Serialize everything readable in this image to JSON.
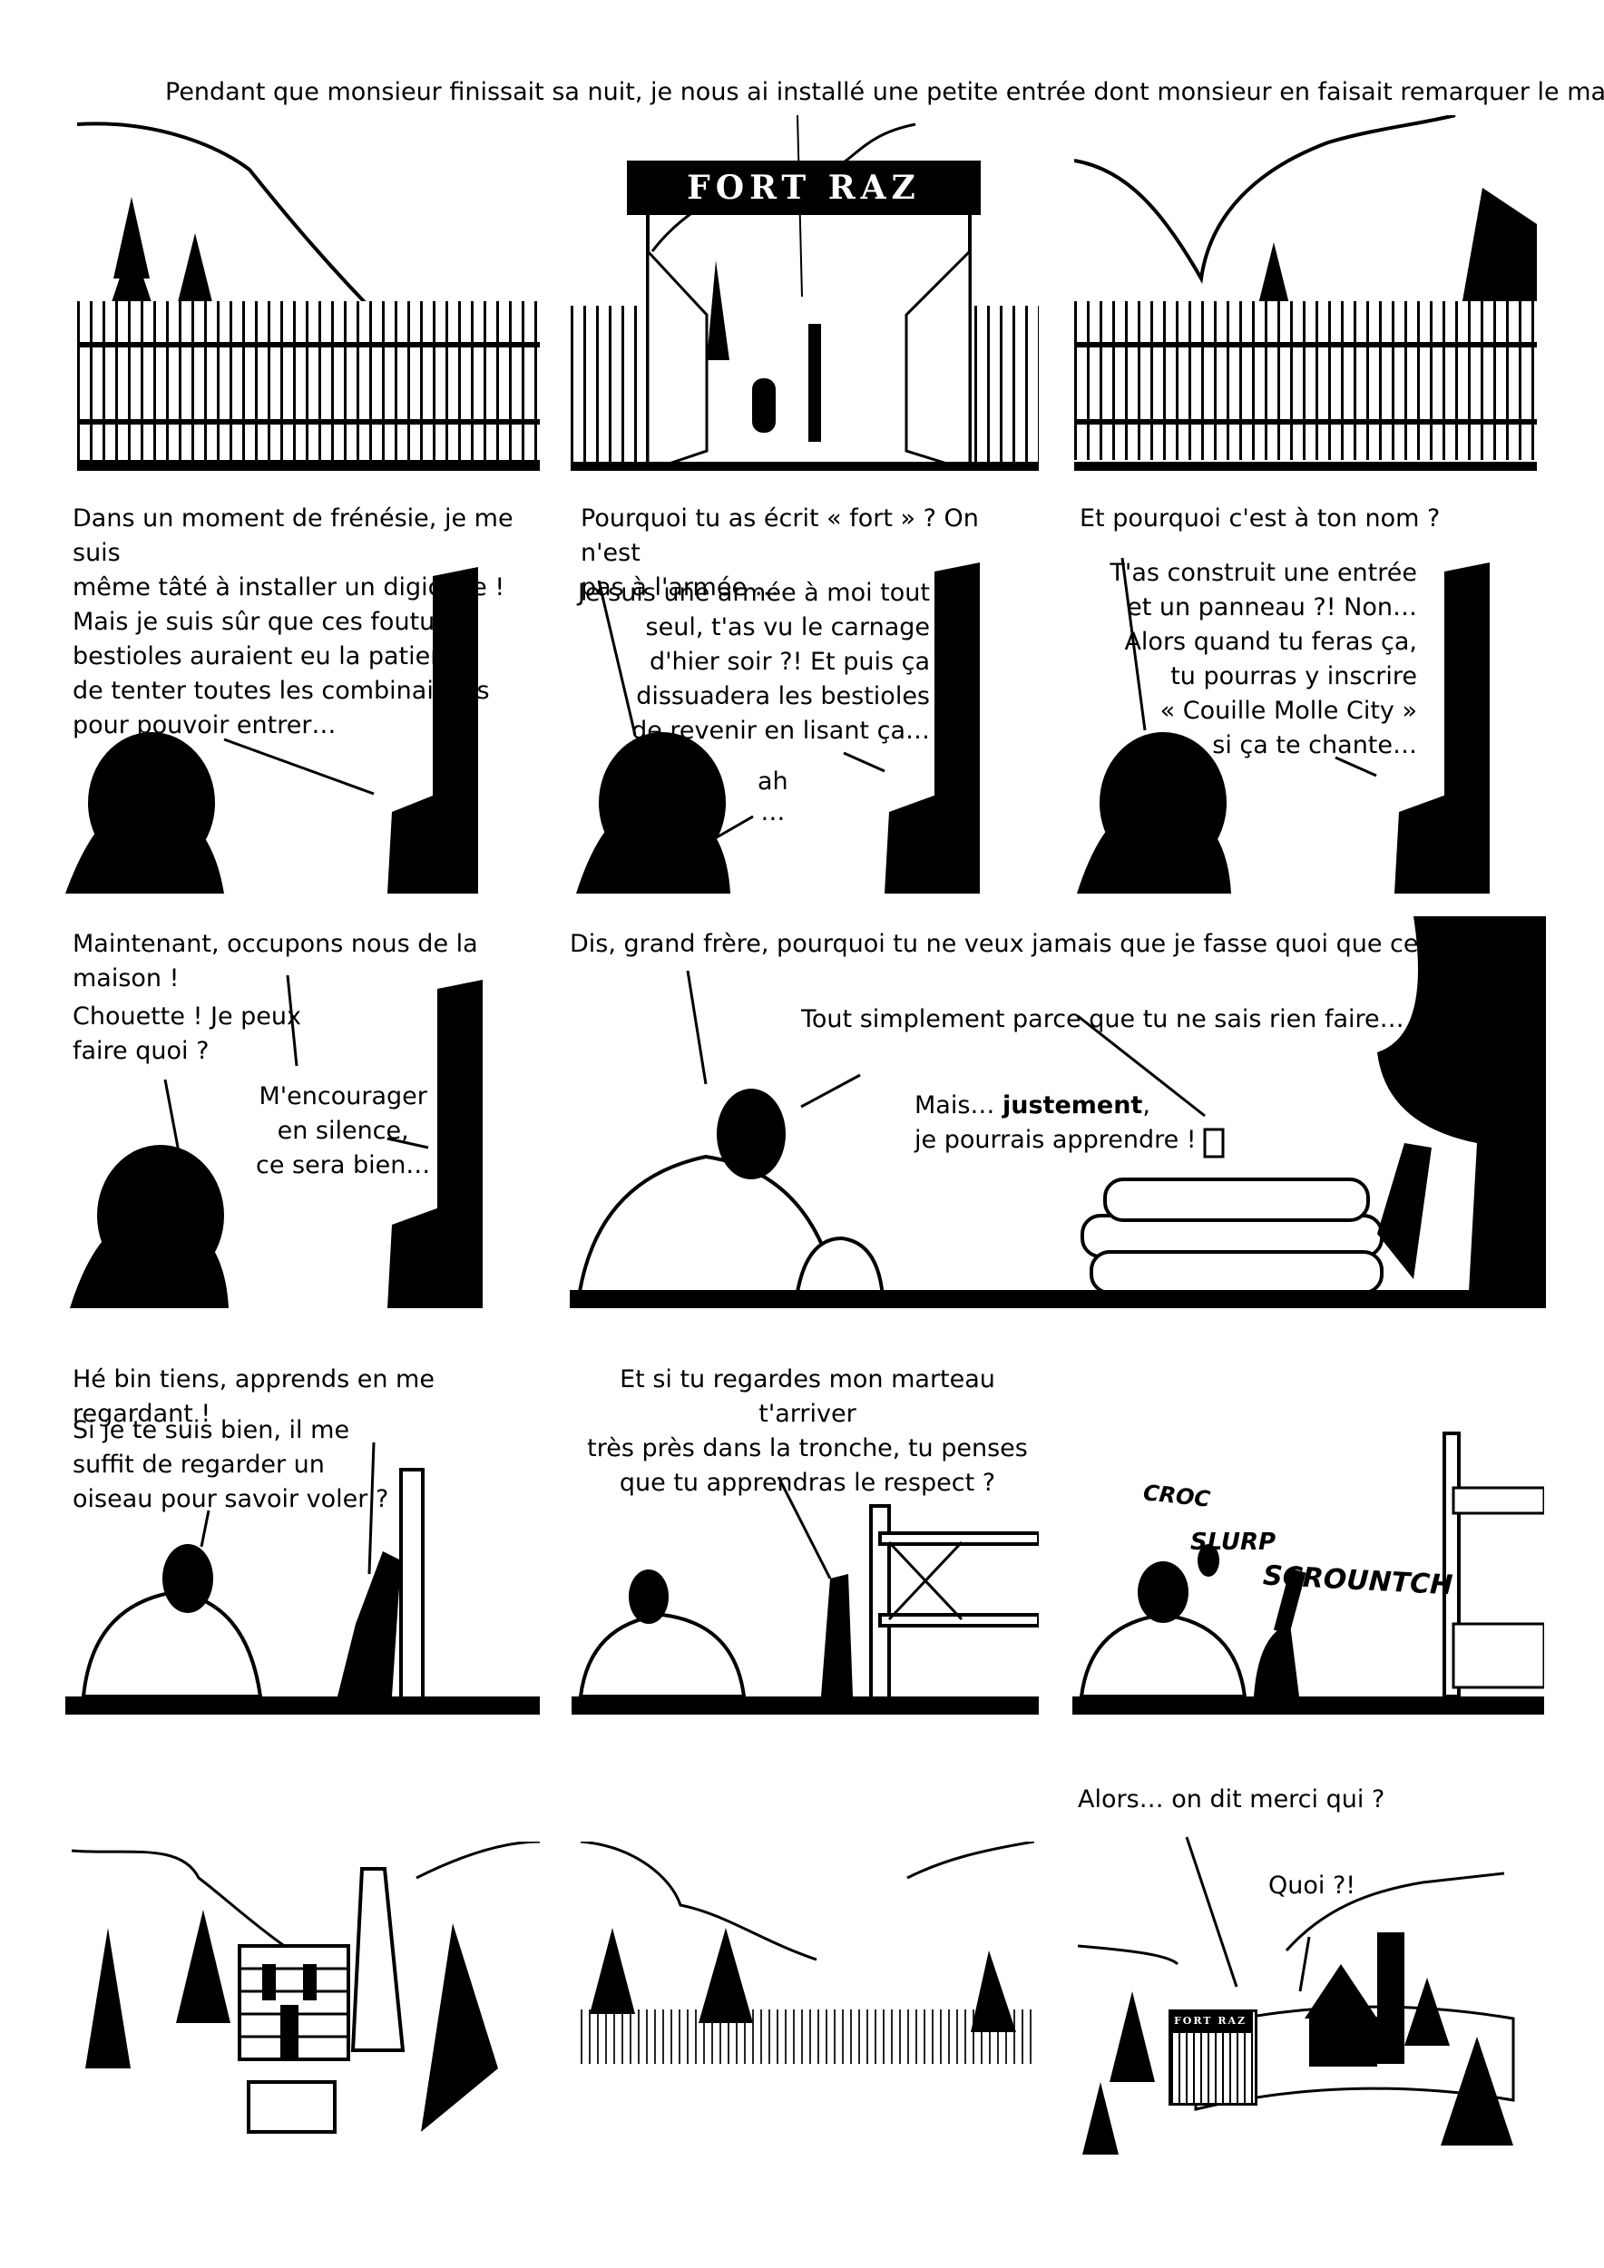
{
  "row1": {
    "caption": "Pendant que monsieur finissait sa nuit, je nous ai installé une petite entrée dont monsieur en faisait remarquer le manque…",
    "sign": "FORT RAZ"
  },
  "row2": {
    "p1": {
      "text": "Dans un moment de frénésie, je me suis\nmême tâté à installer un digicode !\nMais je suis sûr que ces foutues\nbestioles auraient eu la patience\nde tenter toutes les combinaisons\npour pouvoir entrer…"
    },
    "p2": {
      "q": "Pourquoi tu as écrit « fort » ? On n'est\npas à l'armée …",
      "a": "Je suis une armée à moi tout\nseul, t'as vu le carnage\nd'hier soir ?! Et puis ça\ndissuadera les bestioles\nde revenir en lisant ça…",
      "ah": "ah\n…"
    },
    "p3": {
      "q": "Et pourquoi c'est à ton nom ?",
      "a": "T'as construit une entrée\net un panneau ?! Non…\nAlors quand tu feras ça,\ntu pourras y inscrire\n« Couille Molle City »\nsi ça te chante…"
    }
  },
  "row3": {
    "p1": {
      "a": "Maintenant, occupons nous de la maison !",
      "q": "Chouette ! Je peux\nfaire quoi ?",
      "r": "M'encourager\nen silence,\nce sera bien…"
    },
    "p2": {
      "q": "Dis, grand frère, pourquoi tu ne veux jamais que je fasse quoi que ce soit ?",
      "a": "Tout simplement parce que tu ne sais rien faire…",
      "r_prefix": "Mais… ",
      "r_bold": "justement",
      "r_suffix": ",\nje pourrais apprendre !"
    }
  },
  "row4": {
    "p1": {
      "a": "Hé bin tiens, apprends en me regardant !",
      "q": "Si je te suis bien, il me\nsuffit de regarder un\noiseau pour savoir voler ?"
    },
    "p2": {
      "a": "Et si tu regardes mon marteau t'arriver\ntrès près dans la tronche, tu penses\nque tu apprendras le respect ?"
    },
    "p3": {
      "sfx": [
        "CROC",
        "SLURP",
        "SCROUNTCH"
      ]
    }
  },
  "row5": {
    "p3": {
      "a": "Alors… on dit merci qui ?",
      "q": "Quoi ?!",
      "sign": "FORT RAZ"
    }
  }
}
